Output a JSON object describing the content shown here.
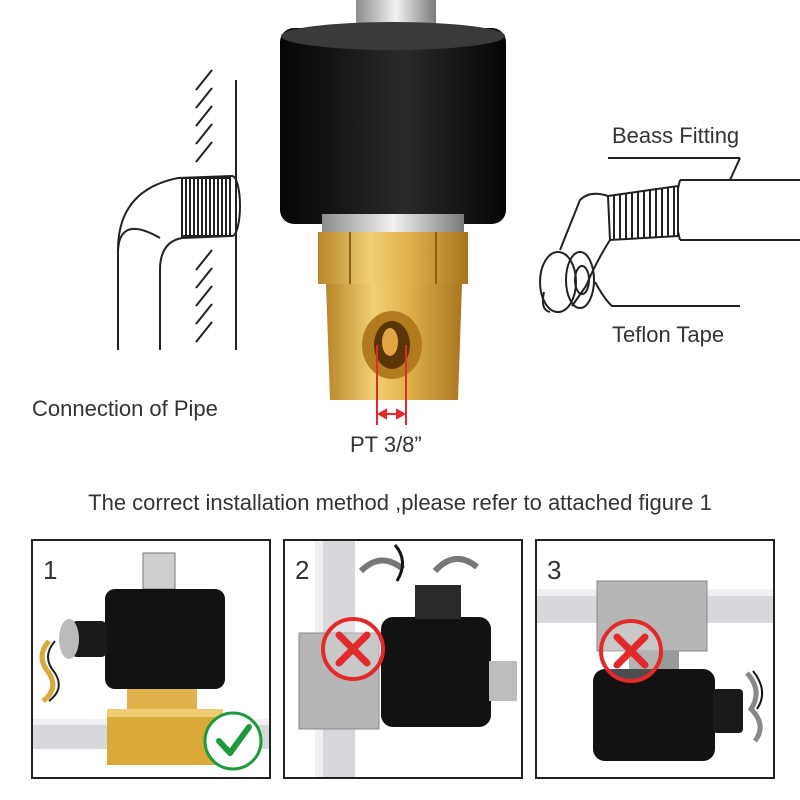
{
  "labels": {
    "connection_of_pipe": "Connection of Pipe",
    "pt_size": "PT 3/8”",
    "brass_fitting": "Beass Fitting",
    "teflon_tape": "Teflon Tape"
  },
  "instruction": "The correct installation method ,please refer to attached figure 1",
  "panels": [
    {
      "number": "1",
      "status": "correct",
      "status_icon": "check-icon"
    },
    {
      "number": "2",
      "status": "incorrect",
      "status_icon": "cross-icon"
    },
    {
      "number": "3",
      "status": "incorrect",
      "status_icon": "cross-icon"
    }
  ],
  "colors": {
    "brass": "#d9a93a",
    "coil": "#111111",
    "correct": "#1d9a3a",
    "incorrect": "#e32a2a",
    "pipe": "#d6d8dc"
  }
}
